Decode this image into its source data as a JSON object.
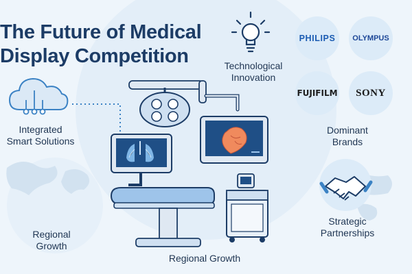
{
  "title_line1": "The Future of Medical",
  "title_line2": "Display Competition",
  "labels": {
    "tech_line1": "Technological",
    "tech_line2": "Innovation",
    "smart_line1": "Integrated",
    "smart_line2": "Smart Solutions",
    "brands_line1": "Dominant",
    "brands_line2": "Brands",
    "partner_line1": "Strategic",
    "partner_line2": "Partnerships",
    "rgrowth_line1": "Regional",
    "rgrowth_line2": "Growth",
    "bottom": "Regional Growth"
  },
  "brands": {
    "philips": "PHILIPS",
    "olympus": "OLYMPUS",
    "fujifilm": "FUJIFILM",
    "sony": "SONY"
  },
  "colors": {
    "navy": "#1c3c66",
    "accent": "#3b82c4",
    "light": "#dcebf8",
    "background": "#eef5fb"
  },
  "icons": [
    "lightbulb-icon",
    "cloud-network-icon",
    "handshake-icon",
    "surgical-lamp-icon",
    "operating-table-icon"
  ]
}
